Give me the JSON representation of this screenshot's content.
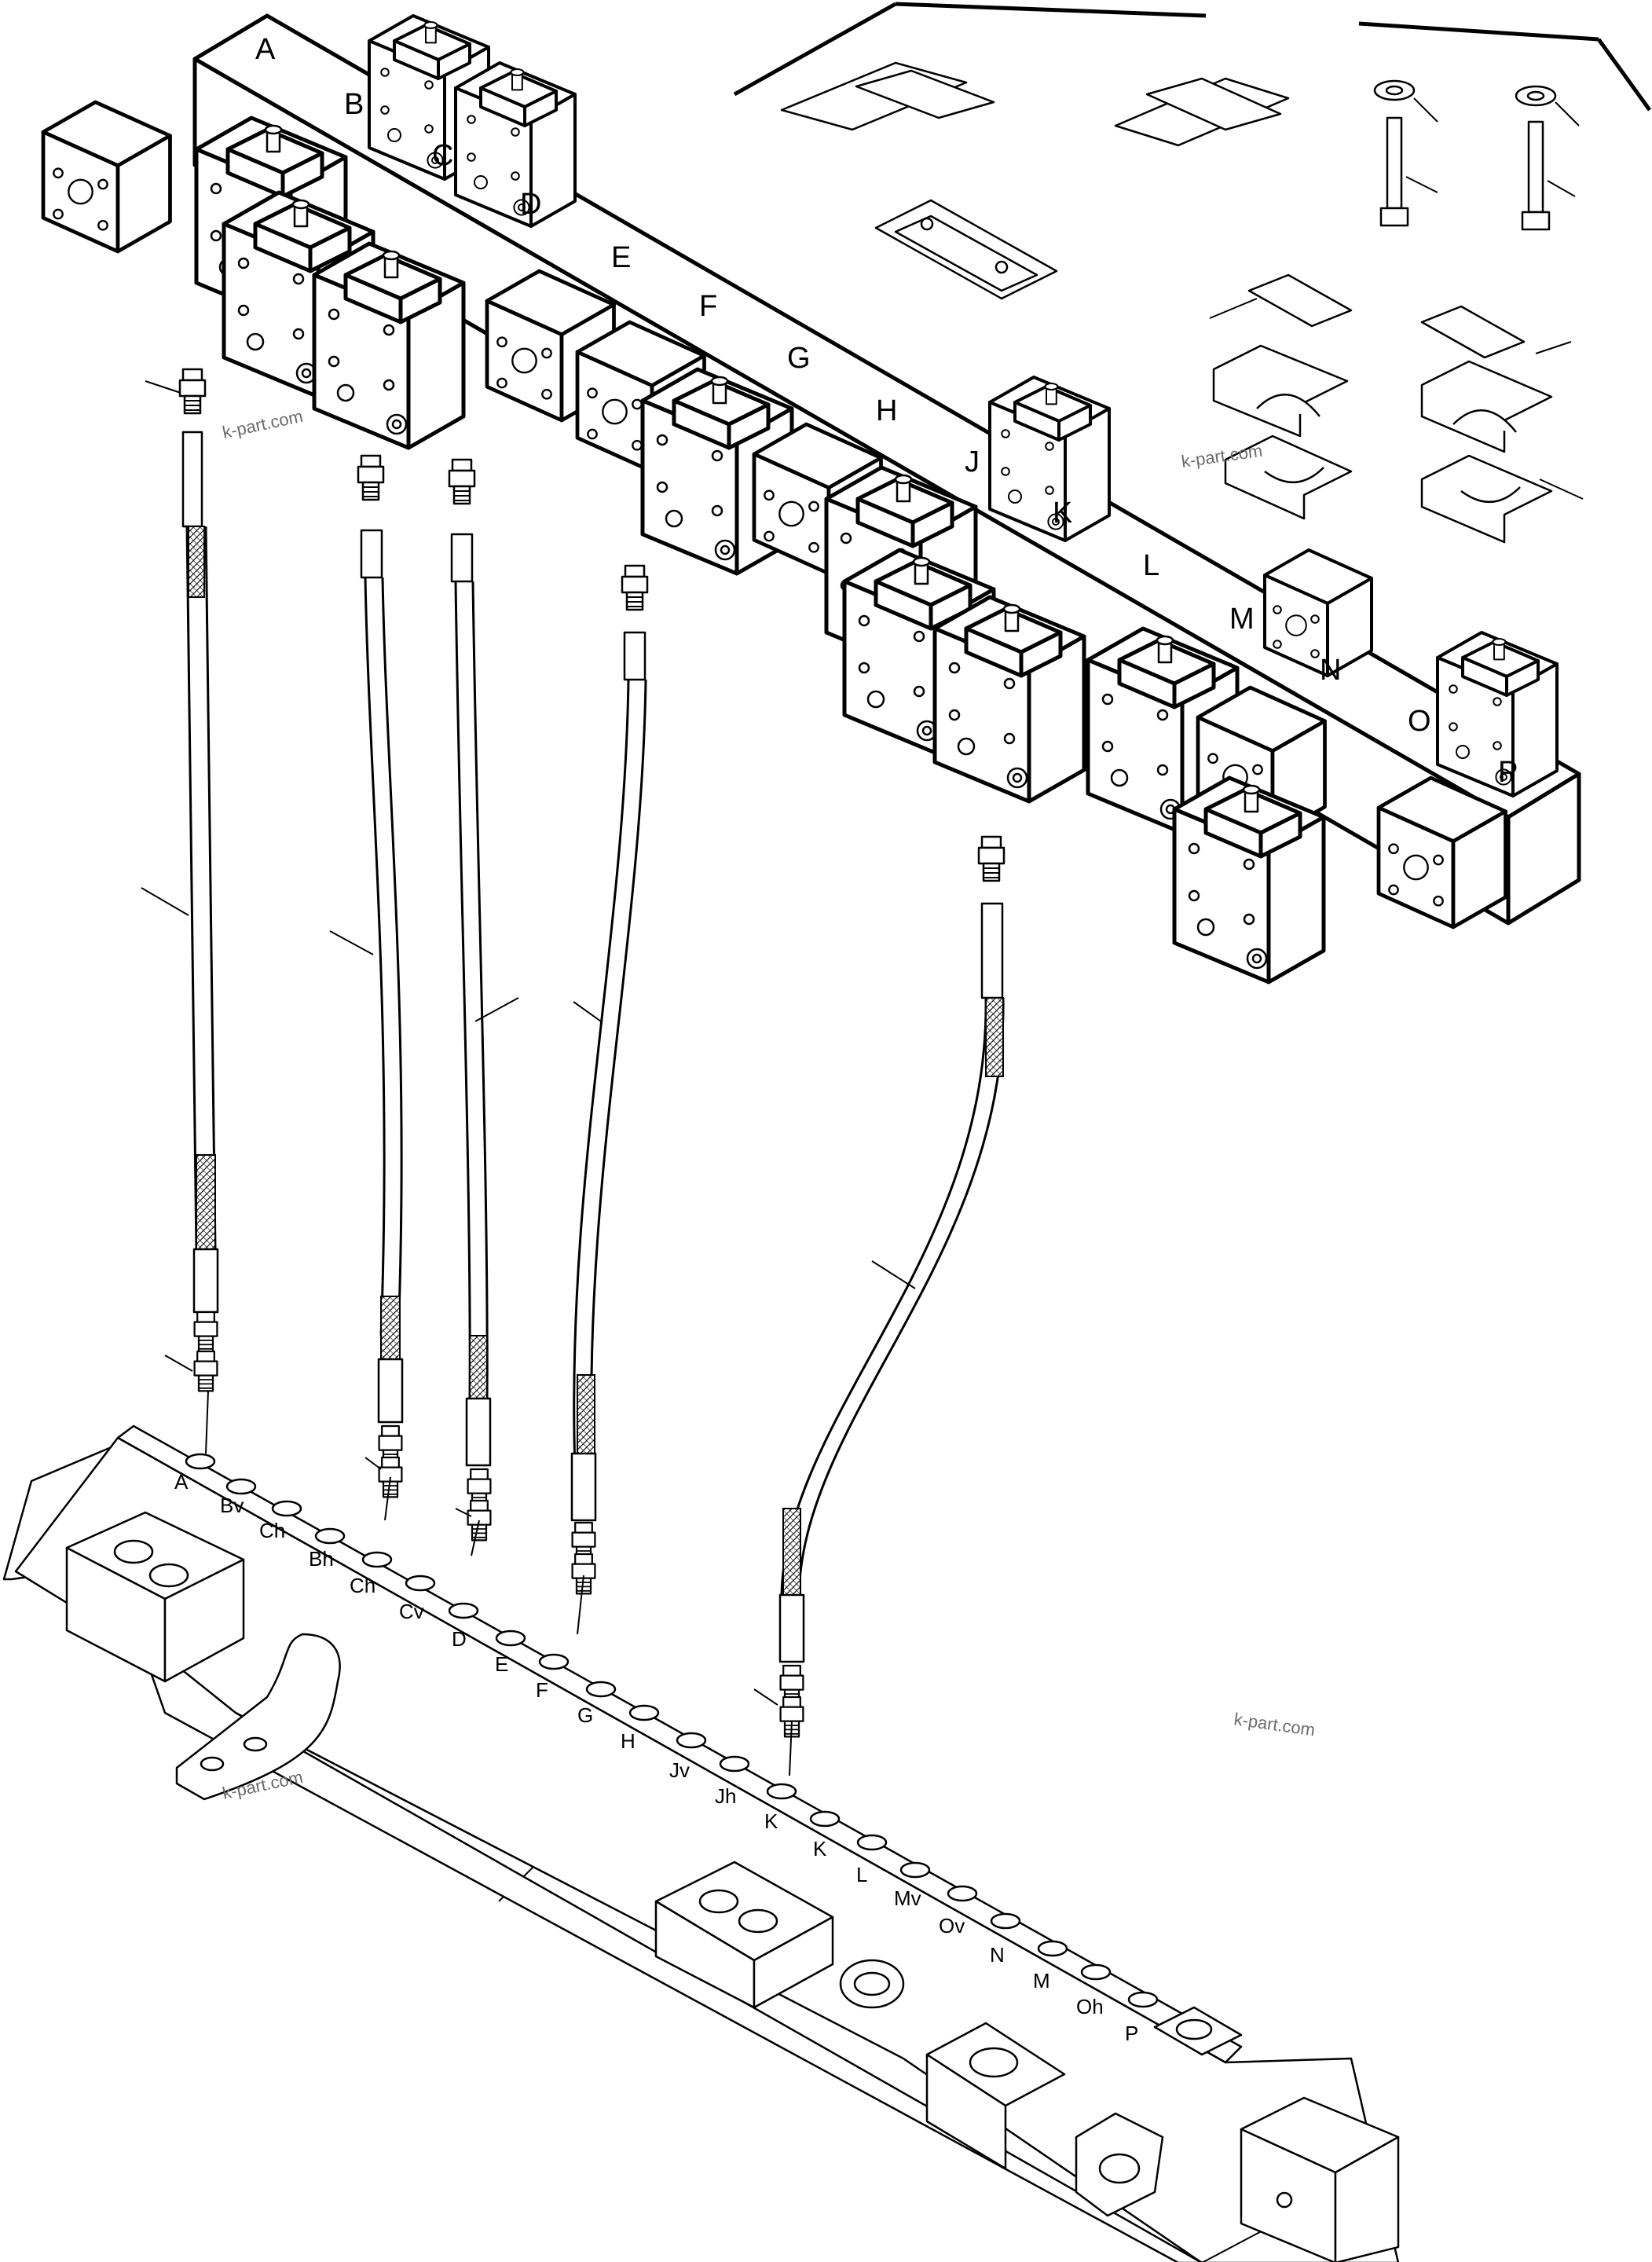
{
  "block_labels": [
    "A",
    "B",
    "C",
    "D",
    "E",
    "F",
    "G",
    "H",
    "J",
    "K",
    "L",
    "M",
    "N",
    "O",
    "P"
  ],
  "port_labels": [
    "A",
    "Bv",
    "Ch",
    "Bh",
    "Ch",
    "Cv",
    "D",
    "E",
    "F",
    "G",
    "H",
    "Jv",
    "Jh",
    "K",
    "K",
    "L",
    "Mv",
    "Ov",
    "N",
    "M",
    "Oh",
    "P"
  ],
  "watermark": "k-part.com"
}
